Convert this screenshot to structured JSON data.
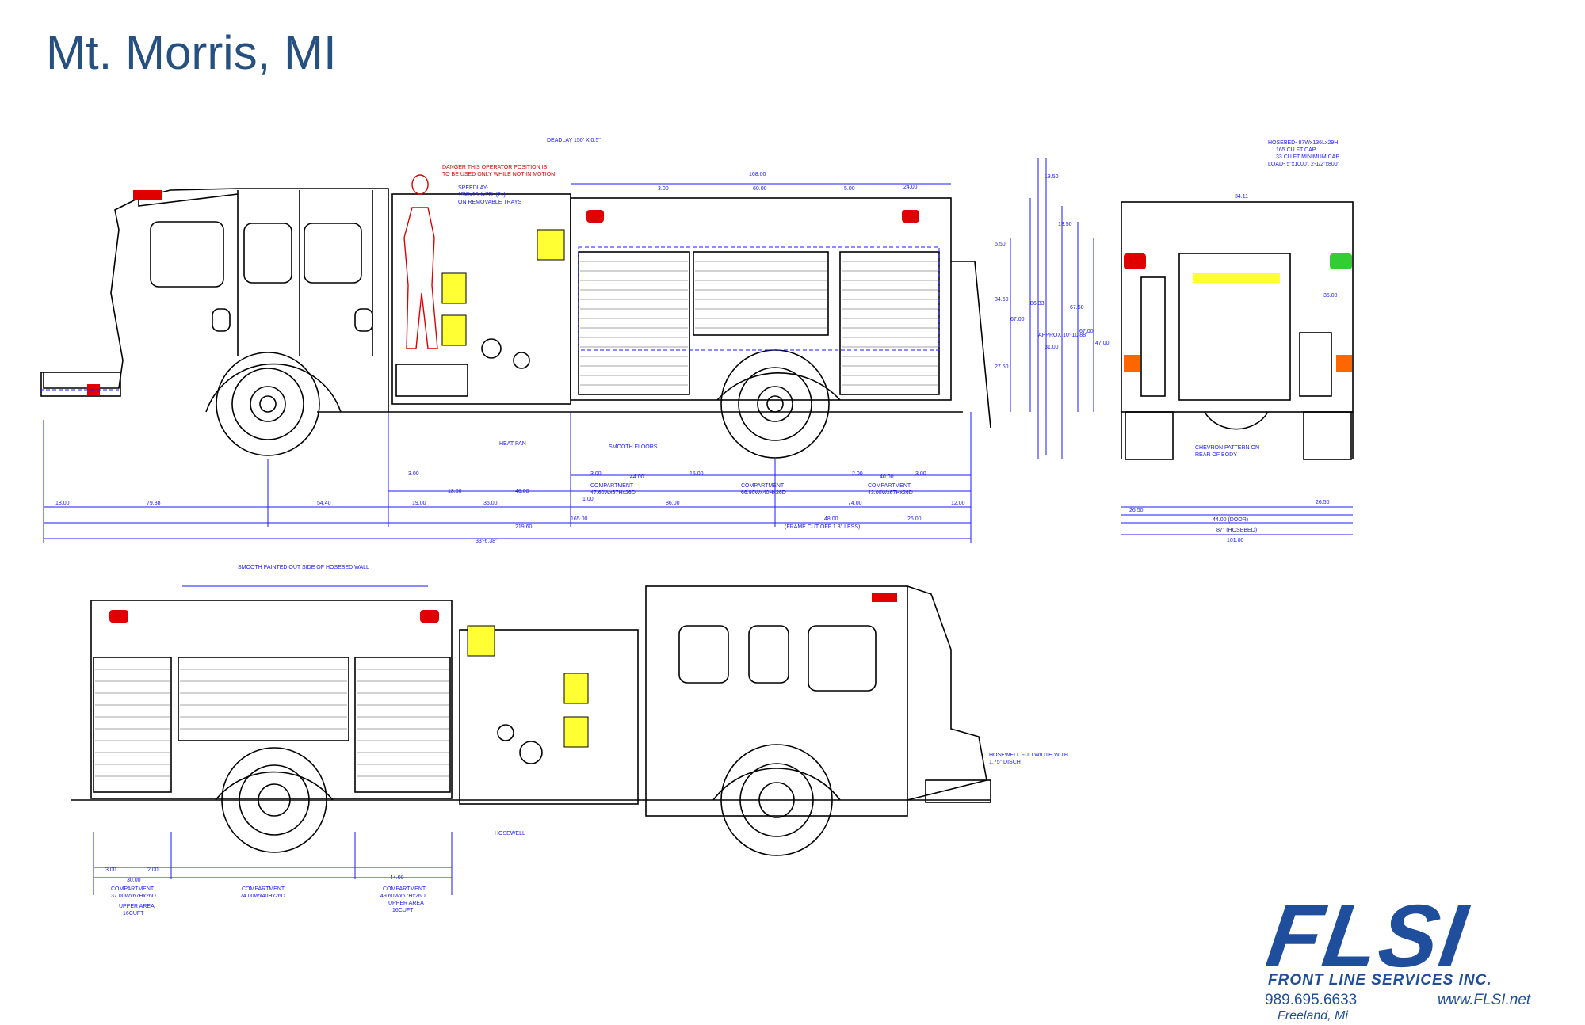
{
  "title": "Mt. Morris, MI",
  "colors": {
    "title": "#25507f",
    "dimension": "#1a1aff",
    "outline": "#000000",
    "warning": "#e00000",
    "yellow": "#ffff33",
    "logo_blue": "#1f4e9c",
    "logo_gray": "#8a8f96"
  },
  "annotations": {
    "deadlay": "DEADLAY 150' X 0.5\"",
    "danger": "DANGER THIS OPERATOR POSITION IS",
    "danger2": "TO BE USED ONLY WHILE NOT IN MOTION",
    "speedlay": "SPEEDLAY-",
    "speedlay2": "15Wx16Hx72L (2x)",
    "speedlay3": "ON REMOVABLE TRAYS",
    "heat_pan": "HEAT PAN",
    "smooth_floors": "SMOOTH FLOORS",
    "smooth_painted": "SMOOTH PAINTED OUT SIDE OF HOSEBED WALL",
    "hosewell": "HOSEWELL",
    "hosewell_full": "HOSEWELL FULLWIDTH WITH",
    "hosewell_full2": "1.75\" DISCH",
    "hosebed": "HOSEBED- 87Wx136Lx29H",
    "hosebed2": "165 CU FT CAP",
    "hosebed3": "33 CU FT MINIMUM CAP",
    "hosebed4": "LOAD- 5\"x1000', 2-1/2\"x800'",
    "chevron": "CHEVRON PATTERN ON",
    "chevron2": "REAR OF BODY",
    "frame_cut": "(FRAME CUT OFF 1.3\" LESS)",
    "approx_height": "APPROX 10'-10.88\""
  },
  "dimensions": {
    "overall_length": "33'-6.38\"",
    "d1": "18.00",
    "d2": "79.38",
    "d3": "54.40",
    "d4": "19.00",
    "d5": "36.00",
    "d6": "86.00",
    "d7": "74.00",
    "d8": "26.00",
    "d9": "12.00",
    "d10": "165.00",
    "d11": "219.60",
    "d12": "48.00",
    "d13": "3.00",
    "d14": "46.00",
    "d15": "13.00",
    "d16": "1.00",
    "d17": "3.00",
    "d18": "44.00",
    "d19": "15.00",
    "d20": "2.00",
    "d21": "40.00",
    "d22": "3.00",
    "top1": "168.00",
    "top2": "3.00",
    "top3": "60.00",
    "top4": "5.00",
    "top5": "24.00",
    "h1": "5.50",
    "h2": "34.60",
    "h3": "67.00",
    "h4": "86.33",
    "h5": "27.50",
    "rear_w1": "26.50",
    "rear_w2": "26.50",
    "rear_door": "44.00 (DOOR)",
    "rear_hosebed": "87\" (HOSEBED)",
    "rear_total": "101.00",
    "rear_top": "34.11",
    "rear_side": "35.00",
    "v1": "13.50",
    "v2": "13.50",
    "v3": "67.50",
    "v4": "67.00",
    "v5": "31.00",
    "v6": "47.00"
  },
  "compartments": {
    "c1": "COMPARTMENT",
    "c1b": "47.60Wx67Hx26D",
    "c2": "COMPARTMENT",
    "c2b": "66.90Wx40Hx26D",
    "c3": "COMPARTMENT",
    "c3b": "43.00Wx67Hx26D",
    "o1": "COMPARTMENT",
    "o1b": "37.00Wx67Hx26D",
    "o1c": "UPPER AREA",
    "o1d": "16CUFT",
    "o2": "COMPARTMENT",
    "o2b": "74.00Wx40Hx26D",
    "o3": "COMPARTMENT",
    "o3b": "49.60Wx67Hx26D",
    "o3c": "UPPER AREA",
    "o3d": "16CUFT",
    "od1": "3.00",
    "od2": "2.00",
    "od3": "30.00",
    "od4": "44.00"
  },
  "logo": {
    "name": "FLSI",
    "subtitle": "FRONT LINE SERVICES INC.",
    "phone": "989.695.6633",
    "web": "www.FLSI.net",
    "city": "Freeland, Mi"
  }
}
